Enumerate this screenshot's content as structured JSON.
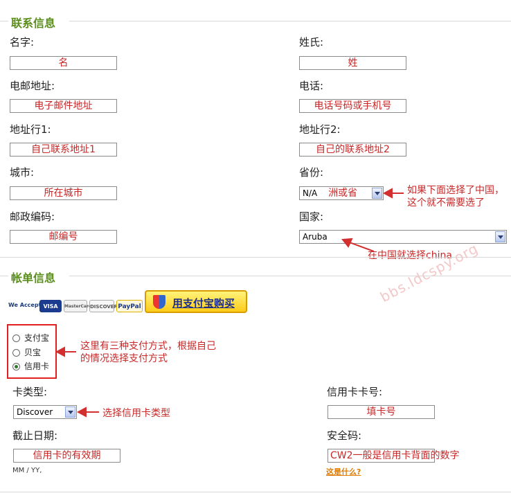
{
  "contact": {
    "title": "联系信息",
    "name_label": "名字:",
    "name_value": "名",
    "surname_label": "姓氏:",
    "surname_value": "姓",
    "email_label": "电邮地址:",
    "email_value": "电子邮件地址",
    "phone_label": "电话:",
    "phone_value": "电话号码或手机号",
    "addr1_label": "地址行1:",
    "addr1_value": "自己联系地址1",
    "addr2_label": "地址行2:",
    "addr2_value": "自己的联系地址2",
    "city_label": "城市:",
    "city_value": "所在城市",
    "province_label": "省份:",
    "province_select": "N/A",
    "province_hint": "洲或省",
    "province_note": "如果下面选择了中国，这个就不需要选了",
    "zip_label": "邮政编码:",
    "zip_value": "邮编号",
    "country_label": "国家:",
    "country_select": "Aruba",
    "country_note": "在中国就选择china"
  },
  "billing": {
    "title": "帐单信息",
    "we_accept": "We Accept",
    "cards": [
      "VISA",
      "MasterCard",
      "DISCOVER",
      "PayPal"
    ],
    "alipay_button": "用支付宝购买",
    "watermark": "bbs.ldcspy.org",
    "methods": [
      "支付宝",
      "贝宝",
      "信用卡"
    ],
    "selected_method": 2,
    "methods_note": "这里有三种支付方式，根据自己的情况选择支付方式",
    "card_type_label": "卡类型:",
    "card_type_select": "Discover",
    "card_type_note": "选择信用卡类型",
    "card_number_label": "信用卡卡号:",
    "card_number_value": "填卡号",
    "expiry_label": "截止日期:",
    "expiry_value": "信用卡的有效期",
    "expiry_format": "MM / YY,",
    "cvv_label": "安全码:",
    "cvv_value": "CW2一般是信用卡背面的数字",
    "whats_this": "这是什么?"
  },
  "colors": {
    "section_title": "#5a8e1b",
    "annotation": "#c62828"
  }
}
